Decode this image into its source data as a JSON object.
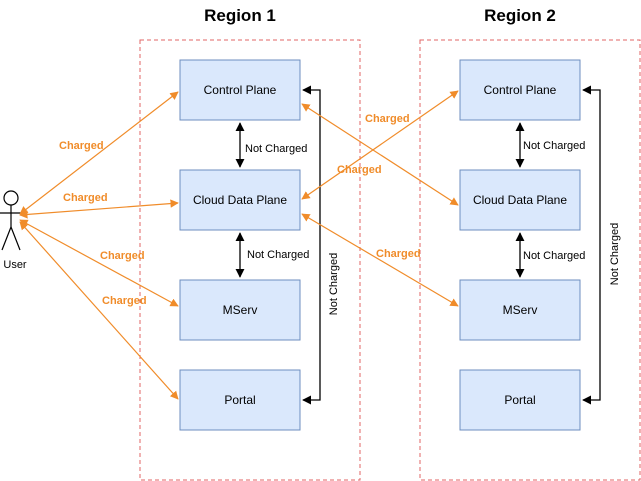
{
  "regions": [
    {
      "title": "Region 1"
    },
    {
      "title": "Region 2"
    }
  ],
  "nodes": {
    "r1_control": "Control Plane",
    "r1_cloud": "Cloud Data Plane",
    "r1_mserv": "MServ",
    "r1_portal": "Portal",
    "r2_control": "Control Plane",
    "r2_cloud": "Cloud Data Plane",
    "r2_mserv": "MServ",
    "r2_portal": "Portal"
  },
  "actor": {
    "label": "User"
  },
  "edge_labels": {
    "not_charged": "Not Charged",
    "charged": "Charged"
  },
  "colors": {
    "box_fill": "#dae8fc",
    "box_stroke": "#6c8ebf",
    "region_border": "#e06666",
    "charged": "#f08c2a",
    "not_charged": "#000000"
  }
}
